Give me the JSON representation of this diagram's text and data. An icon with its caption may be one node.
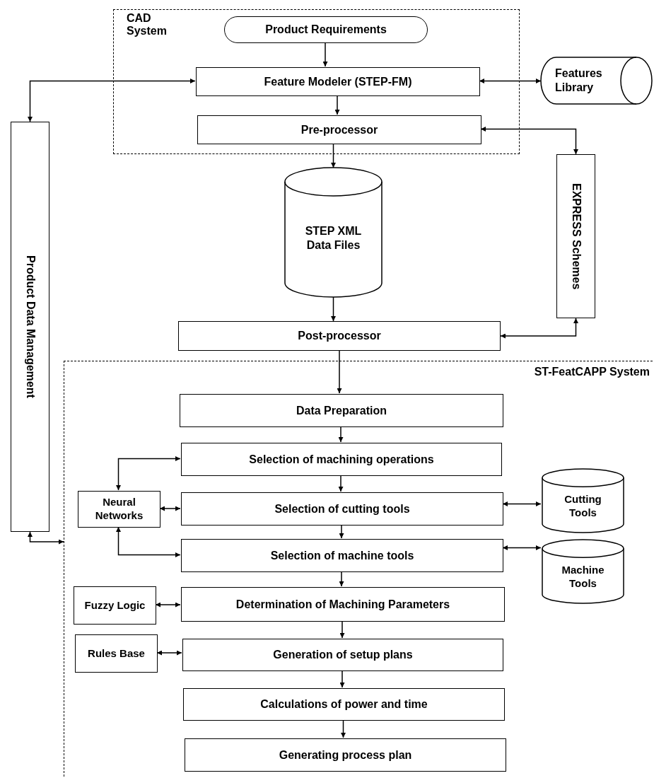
{
  "diagram": {
    "nodes": [
      {
        "text": [
          "CAD System"
        ]
      },
      {
        "text": [
          "Product Requirements"
        ],
        "in": 0
      },
      {
        "text": [
          "Feature Modeler (STEP-FM)"
        ],
        "in": 0
      },
      {
        "text": [
          "Pre-processor"
        ],
        "in": 0
      },
      {
        "text": [
          "Features Library"
        ]
      },
      {
        "text": [
          "Product Data Management"
        ]
      },
      {
        "text": [
          "EXPRESS Schemes"
        ]
      },
      {
        "text": [
          "STEP XML Data Files"
        ]
      },
      {
        "text": [
          "Post-processor"
        ]
      },
      {
        "text": [
          "ST-FeatCAPP System"
        ]
      },
      {
        "text": [
          "Data Preparation"
        ],
        "in": 9
      },
      {
        "text": [
          "Selection of machining operations"
        ],
        "in": 9
      },
      {
        "text": [
          "Neural Networks"
        ],
        "in": 9
      },
      {
        "text": [
          "Selection of cutting tools"
        ],
        "in": 9
      },
      {
        "text": [
          "Cutting Tools"
        ],
        "in": 9
      },
      {
        "text": [
          "Selection of machine tools"
        ],
        "in": 9
      },
      {
        "text": [
          "Machine Tools"
        ],
        "in": 9
      },
      {
        "text": [
          "Fuzzy Logic"
        ],
        "in": 9
      },
      {
        "text": [
          "Determination of Machining Parameters"
        ],
        "in": 9
      },
      {
        "text": [
          "Rules Base"
        ],
        "in": 9
      },
      {
        "text": [
          "Generation of setup plans"
        ],
        "in": 9
      },
      {
        "text": [
          "Calculations of power and time"
        ],
        "in": 9
      },
      {
        "text": [
          "Generating process plan"
        ],
        "in": 9
      }
    ],
    "edges": [
      {
        "from": 1,
        "to": 2,
        "arrow": "to"
      },
      {
        "from": 2,
        "to": 5,
        "arrow": "both"
      },
      {
        "from": 2,
        "to": 4,
        "arrow": "both"
      },
      {
        "from": 2,
        "to": 3,
        "arrow": "to"
      },
      {
        "from": 3,
        "to": 6,
        "arrow": "both"
      },
      {
        "from": 3,
        "to": 7,
        "arrow": "to"
      },
      {
        "from": 7,
        "to": 8,
        "arrow": "to"
      },
      {
        "from": 6,
        "to": 8,
        "arrow": "both"
      },
      {
        "from": 5,
        "to": 9,
        "arrow": "both"
      },
      {
        "from": 8,
        "to": 10,
        "arrow": "to"
      },
      {
        "from": 10,
        "to": 11,
        "arrow": "to"
      },
      {
        "from": 11,
        "to": 13,
        "arrow": "to"
      },
      {
        "from": 13,
        "to": 15,
        "arrow": "to"
      },
      {
        "from": 15,
        "to": 18,
        "arrow": "to"
      },
      {
        "from": 18,
        "to": 20,
        "arrow": "to"
      },
      {
        "from": 20,
        "to": 21,
        "arrow": "to"
      },
      {
        "from": 21,
        "to": 22,
        "arrow": "to"
      },
      {
        "from": 11,
        "to": 12,
        "arrow": "both"
      },
      {
        "from": 12,
        "to": 13,
        "arrow": "both"
      },
      {
        "from": 12,
        "to": 15,
        "arrow": "both"
      },
      {
        "from": 13,
        "to": 14,
        "arrow": "both"
      },
      {
        "from": 15,
        "to": 16,
        "arrow": "both"
      },
      {
        "from": 17,
        "to": 18,
        "arrow": "both"
      },
      {
        "from": 19,
        "to": 20,
        "arrow": "both"
      }
    ]
  }
}
